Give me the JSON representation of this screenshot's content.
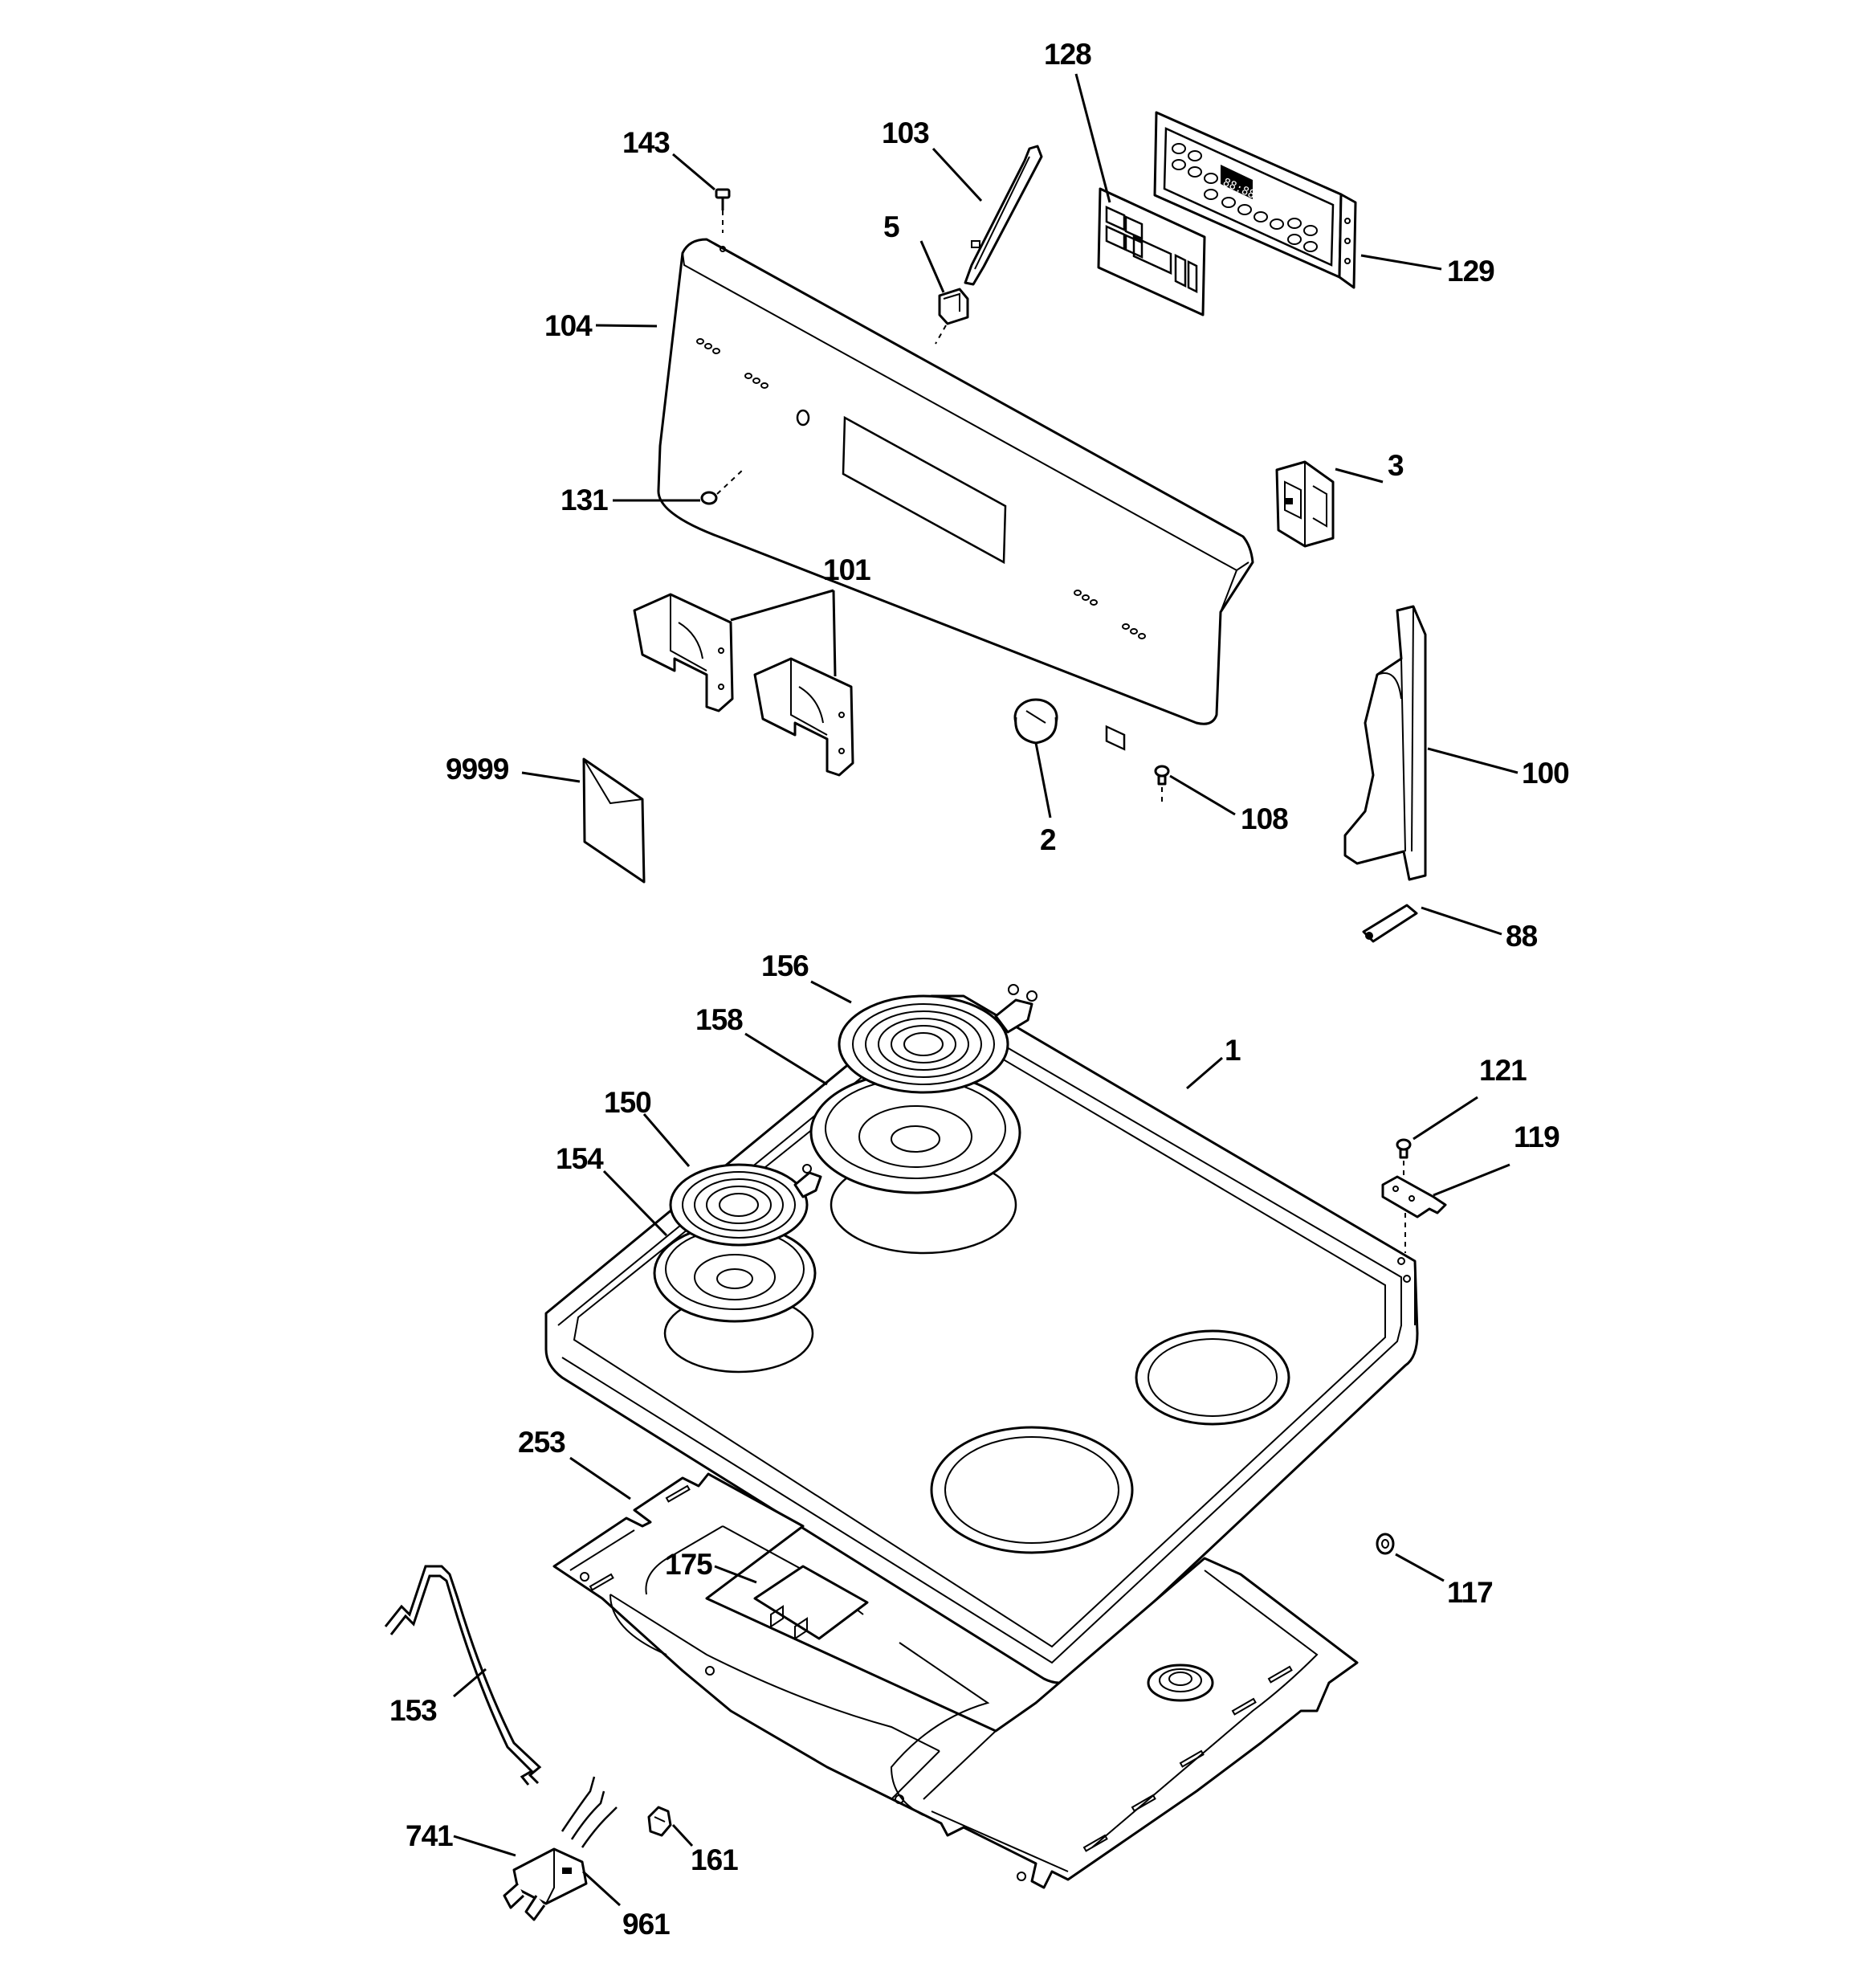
{
  "callouts": [
    {
      "id": "c128",
      "text": "128"
    },
    {
      "id": "c143",
      "text": "143"
    },
    {
      "id": "c103",
      "text": "103"
    },
    {
      "id": "c5",
      "text": "5"
    },
    {
      "id": "c129",
      "text": "129"
    },
    {
      "id": "c104",
      "text": "104"
    },
    {
      "id": "c3",
      "text": "3"
    },
    {
      "id": "c131",
      "text": "131"
    },
    {
      "id": "c101",
      "text": "101"
    },
    {
      "id": "c100",
      "text": "100"
    },
    {
      "id": "c9999",
      "text": "9999"
    },
    {
      "id": "c2",
      "text": "2"
    },
    {
      "id": "c108",
      "text": "108"
    },
    {
      "id": "c88",
      "text": "88"
    },
    {
      "id": "c156",
      "text": "156"
    },
    {
      "id": "c158",
      "text": "158"
    },
    {
      "id": "c1",
      "text": "1"
    },
    {
      "id": "c121",
      "text": "121"
    },
    {
      "id": "c150",
      "text": "150"
    },
    {
      "id": "c119",
      "text": "119"
    },
    {
      "id": "c154",
      "text": "154"
    },
    {
      "id": "c253",
      "text": "253"
    },
    {
      "id": "c175",
      "text": "175"
    },
    {
      "id": "c117",
      "text": "117"
    },
    {
      "id": "c153",
      "text": "153"
    },
    {
      "id": "c741",
      "text": "741"
    },
    {
      "id": "c161",
      "text": "161"
    },
    {
      "id": "c961",
      "text": "961"
    }
  ],
  "display_readout": "88:88"
}
